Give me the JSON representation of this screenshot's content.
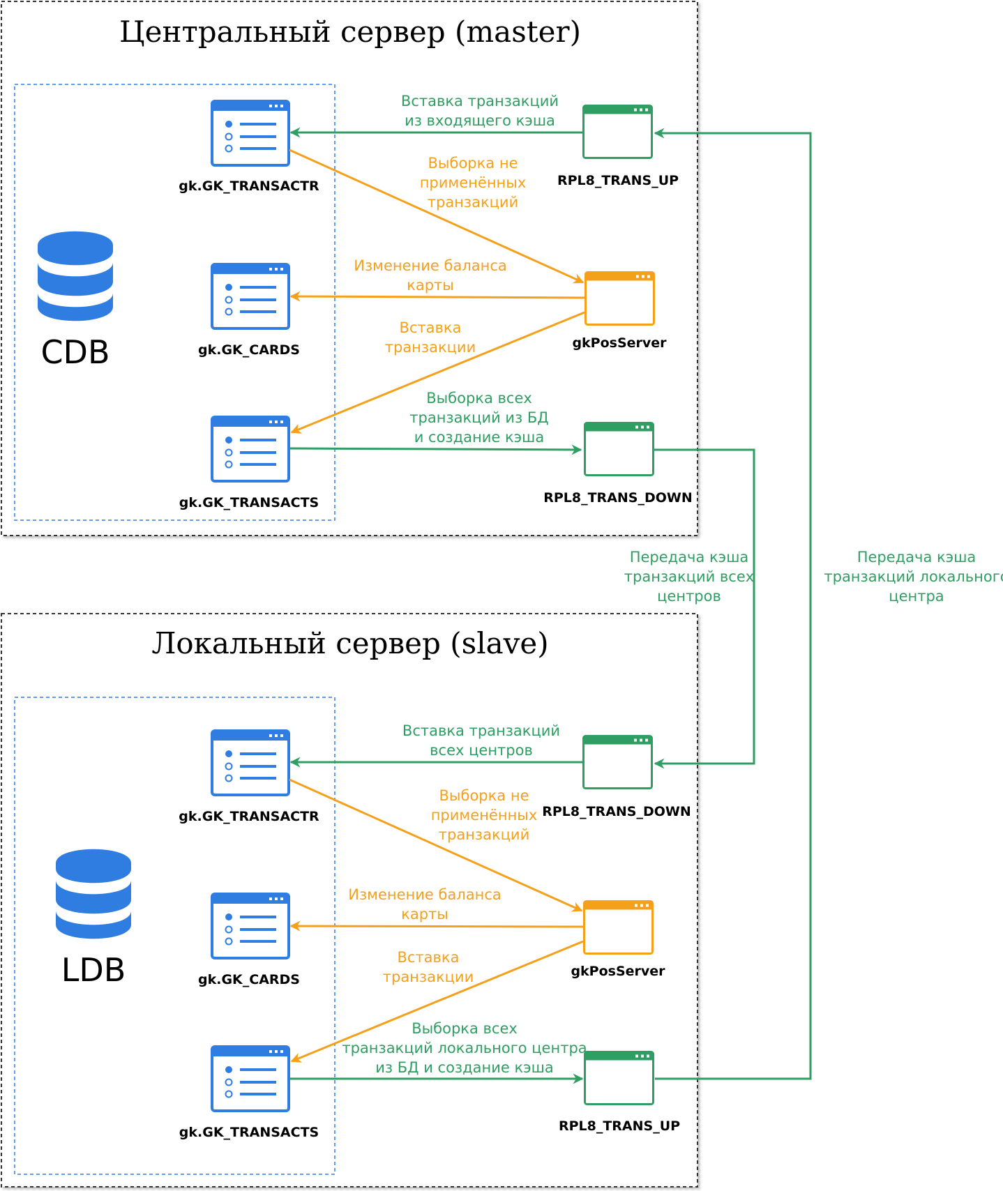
{
  "colors": {
    "blue": "#2f7de1",
    "green": "#2f9e62",
    "orange": "#f5a01a"
  },
  "master": {
    "title": "Центральный сервер (master)",
    "db": "CDB",
    "tables": {
      "transactr": "gk.GK_TRANSACTR",
      "cards": "gk.GK_CARDS",
      "transacts": "gk.GK_TRANSACTS"
    },
    "apps": {
      "up": "RPL8_TRANS_UP",
      "pos": "gkPosServer",
      "down": "RPL8_TRANS_DOWN"
    },
    "annotations": {
      "insert_incoming": [
        "Вставка транзакций",
        "из входящего кэша"
      ],
      "select_unapplied": [
        "Выборка не",
        "применённых",
        "транзакций"
      ],
      "balance_change": [
        "Изменение баланса",
        "карты"
      ],
      "insert_tx": [
        "Вставка",
        "транзакции"
      ],
      "select_all": [
        "Выборка всех",
        "транзакций из БД",
        "и создание кэша"
      ]
    }
  },
  "slave": {
    "title": "Локальный сервер (slave)",
    "db": "LDB",
    "tables": {
      "transactr": "gk.GK_TRANSACTR",
      "cards": "gk.GK_CARDS",
      "transacts": "gk.GK_TRANSACTS"
    },
    "apps": {
      "down": "RPL8_TRANS_DOWN",
      "pos": "gkPosServer",
      "up": "RPL8_TRANS_UP"
    },
    "annotations": {
      "insert_all_centers": [
        "Вставка транзакций",
        "всех центров"
      ],
      "select_unapplied": [
        "Выборка не",
        "применённых",
        "транзакций"
      ],
      "balance_change": [
        "Изменение баланса",
        "карты"
      ],
      "insert_tx": [
        "Вставка",
        "транзакции"
      ],
      "select_local": [
        "Выборка всех",
        "транзакций локального центра",
        "из БД и создание кэша"
      ]
    }
  },
  "links": {
    "down_transfer": [
      "Передача кэша",
      "транзакций всех",
      "центров"
    ],
    "up_transfer": [
      "Передача кэша",
      "транзакций локального",
      "центра"
    ]
  }
}
